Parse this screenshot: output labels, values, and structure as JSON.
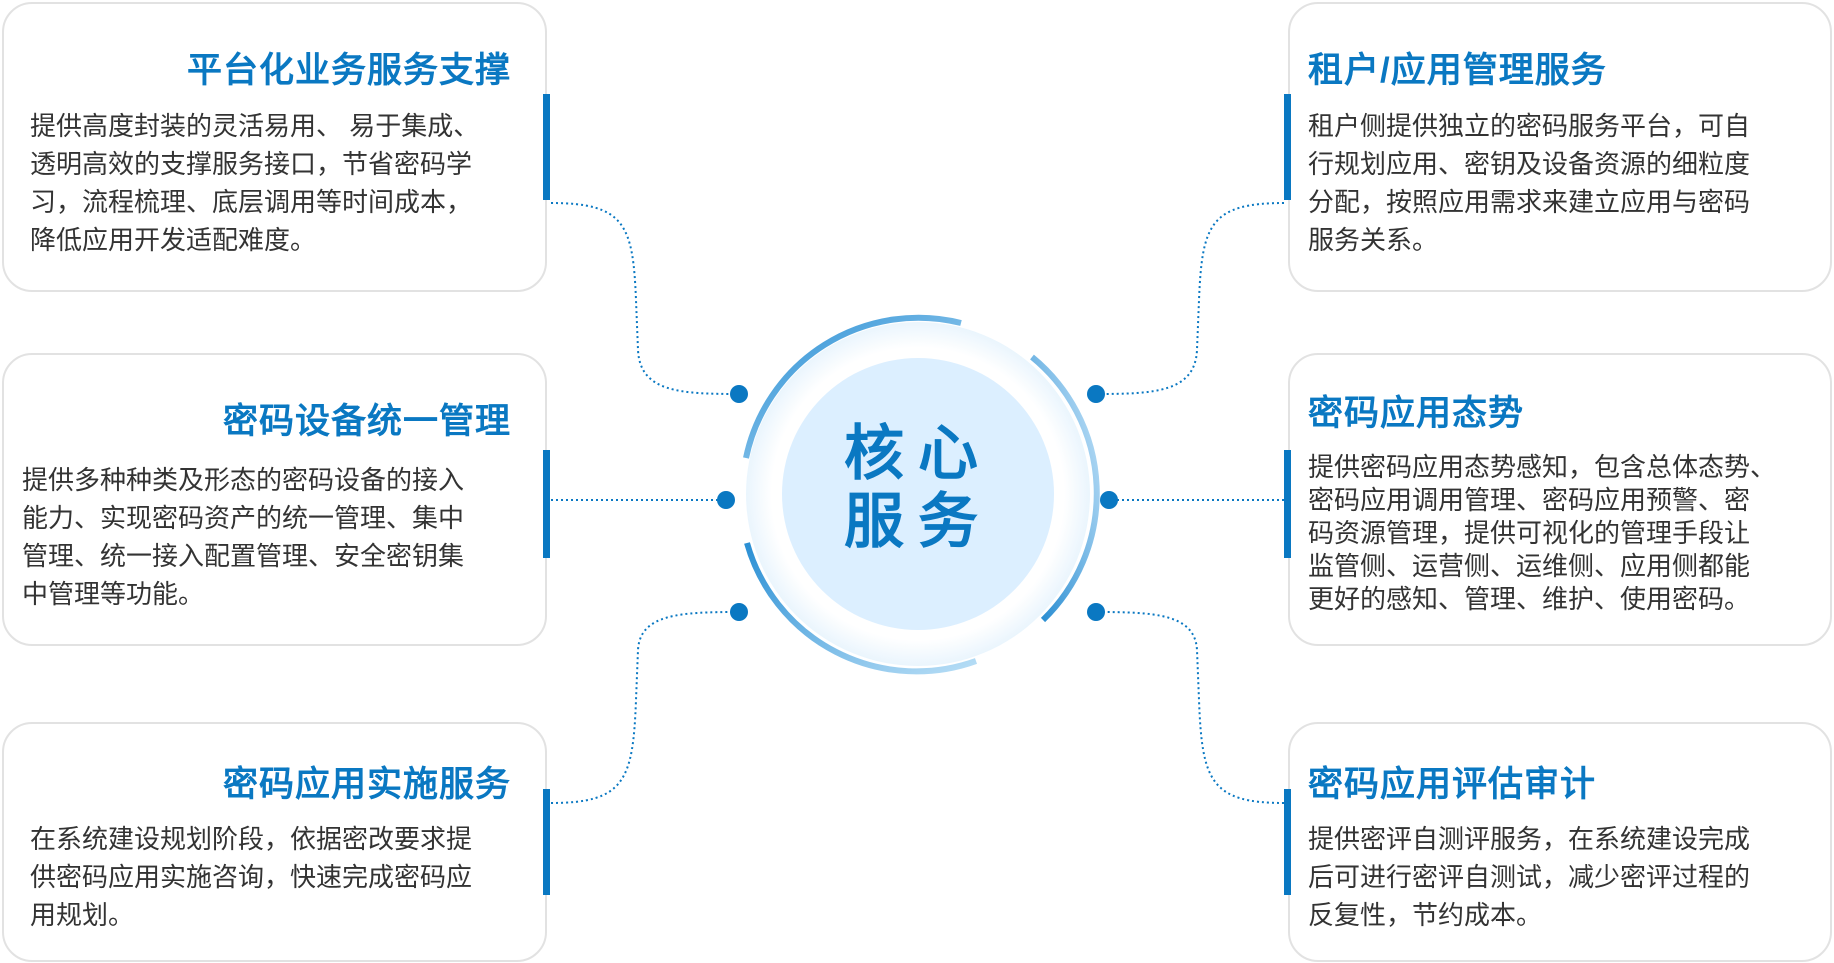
{
  "center": {
    "line1": "核心",
    "line2": "服务"
  },
  "colors": {
    "accent": "#0a78c2",
    "border": "#e2e2e2",
    "disc": "#dcefff"
  },
  "cards": [
    {
      "title": "平台化业务服务支撑",
      "lines": [
        "提供高度封装的灵活易用、 易于集成、",
        "透明高效的支撑服务接口，节省密码学",
        "习，流程梳理、底层调用等时间成本，",
        "降低应用开发适配难度。"
      ]
    },
    {
      "title": "密码设备统一管理",
      "lines": [
        "提供多种种类及形态的密码设备的接入",
        "能力、实现密码资产的统一管理、集中",
        "管理、统一接入配置管理、安全密钥集",
        "中管理等功能。"
      ]
    },
    {
      "title": "密码应用实施服务",
      "lines": [
        "在系统建设规划阶段，依据密改要求提",
        "供密码应用实施咨询，快速完成密码应",
        "用规划。"
      ]
    },
    {
      "title": "租户/应用管理服务",
      "lines": [
        "租户侧提供独立的密码服务平台，可自",
        "行规划应用、密钥及设备资源的细粒度",
        "分配，按照应用需求来建立应用与密码",
        "服务关系。"
      ]
    },
    {
      "title": "密码应用态势",
      "lines": [
        "提供密码应用态势感知，包含总体态势、",
        "密码应用调用管理、密码应用预警、密",
        "码资源管理，提供可视化的管理手段让",
        "监管侧、运营侧、运维侧、应用侧都能",
        "更好的感知、管理、维护、使用密码。"
      ]
    },
    {
      "title": "密码应用评估审计",
      "lines": [
        "提供密评自测评服务，在系统建设完成",
        "后可进行密评自测试，减少密评过程的",
        "反复性，节约成本。"
      ]
    }
  ]
}
